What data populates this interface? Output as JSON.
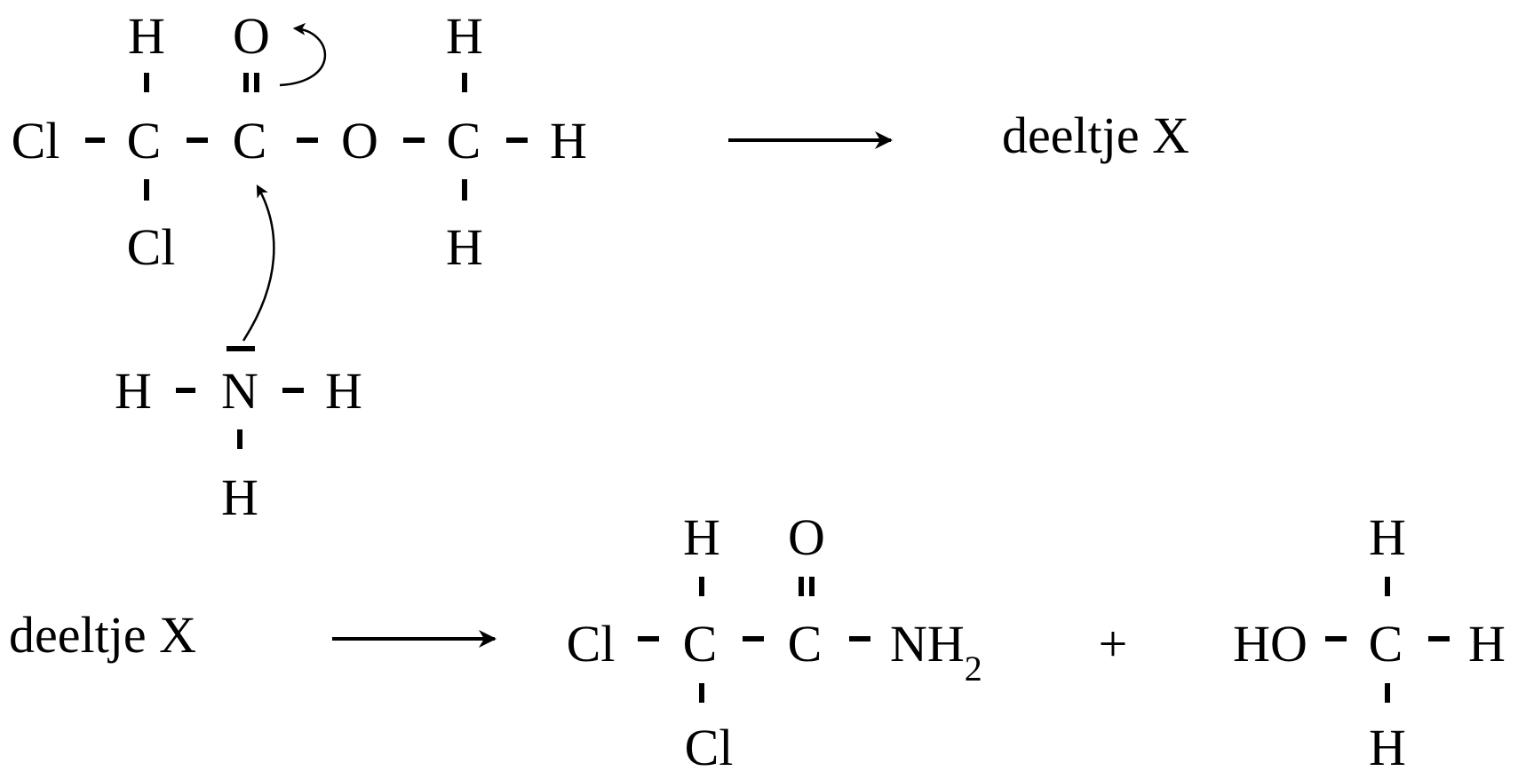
{
  "reaction1": {
    "ester": {
      "h_top_1": "H",
      "o_carbonyl": "O",
      "h_top_3": "H",
      "cl_left": "Cl",
      "c1": "C",
      "c2": "C",
      "o_ether": "O",
      "c3": "C",
      "h_right": "H",
      "cl_bottom": "Cl",
      "h_bottom_3": "H"
    },
    "ammonia": {
      "h_left": "H",
      "n": "N",
      "h_right": "H",
      "h_bottom": "H"
    },
    "product_label": "deeltje X"
  },
  "reaction2": {
    "reactant_label": "deeltje X",
    "amide": {
      "h_top": "H",
      "o_carbonyl": "O",
      "cl_left": "Cl",
      "c1": "C",
      "c2": "C",
      "nh": "NH",
      "nh_sub": "2",
      "cl_bottom": "Cl"
    },
    "plus": "+",
    "methanol": {
      "h_top": "H",
      "ho": "HO",
      "c": "C",
      "h_right": "H",
      "h_bottom": "H"
    }
  }
}
